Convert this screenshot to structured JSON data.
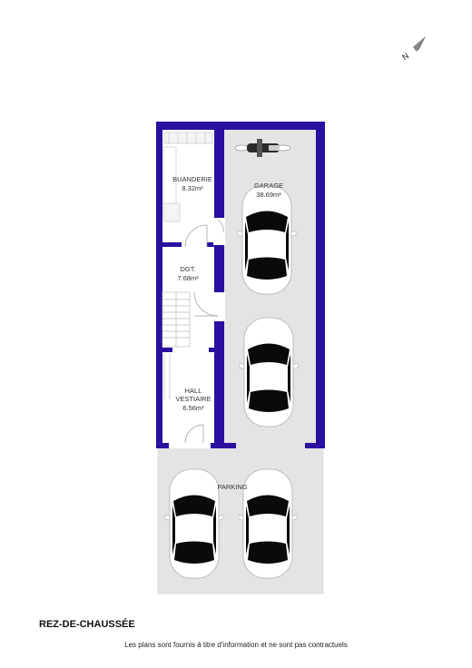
{
  "compass": {
    "label": "N",
    "icon": "north-arrow-icon"
  },
  "rooms": [
    {
      "id": "buanderie",
      "name": "BUANDERIE",
      "area": "8.32m²"
    },
    {
      "id": "garage",
      "name": "GARAGE",
      "area": "38.69m²"
    },
    {
      "id": "dgt",
      "name": "DGT.",
      "area": "7.68m²"
    },
    {
      "id": "hall",
      "name": "HALL",
      "name2": "VESTIAIRE",
      "area": "6.56m²"
    },
    {
      "id": "parking",
      "name": "PARKING"
    }
  ],
  "floor_title": "REZ-DE-CHAUSSÉE",
  "disclaimer": "Les plans sont fournis à titre d'information et ne sont pas contractuels",
  "colors": {
    "wall": "#2a0fa0",
    "floor": "#e4e4e4",
    "interior": "#ffffff"
  },
  "icons": [
    "car-icon",
    "motorcycle-icon",
    "staircase-icon",
    "door-swing-icon"
  ]
}
